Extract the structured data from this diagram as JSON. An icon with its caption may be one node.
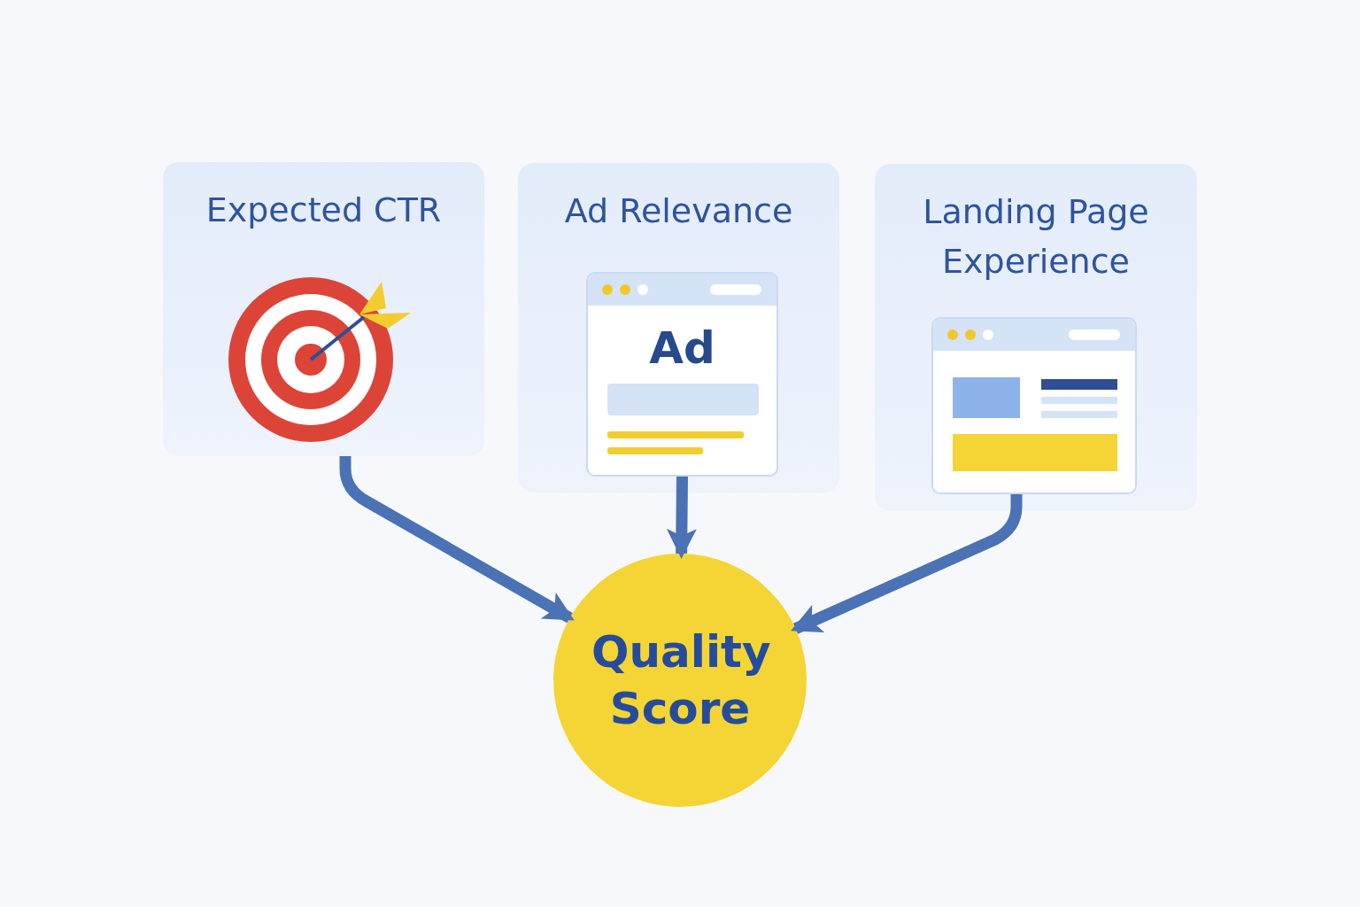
{
  "diagram": {
    "nodes": [
      {
        "text": [
          "Expected CTR"
        ]
      },
      {
        "text": [
          "Ad Relevance"
        ]
      },
      {
        "text": [
          "Ad"
        ],
        "in": 1
      },
      {
        "text": [
          "Landing Page Experience"
        ]
      },
      {
        "text": [],
        "shape": "picture",
        "in": 3
      },
      {
        "text": [
          "Quality Score"
        ]
      }
    ],
    "edges": [
      {
        "from": 0,
        "to": 5,
        "arrow": "to"
      },
      {
        "from": 2,
        "to": 5,
        "arrow": "to"
      },
      {
        "from": 4,
        "to": 5,
        "arrow": "to"
      }
    ]
  }
}
